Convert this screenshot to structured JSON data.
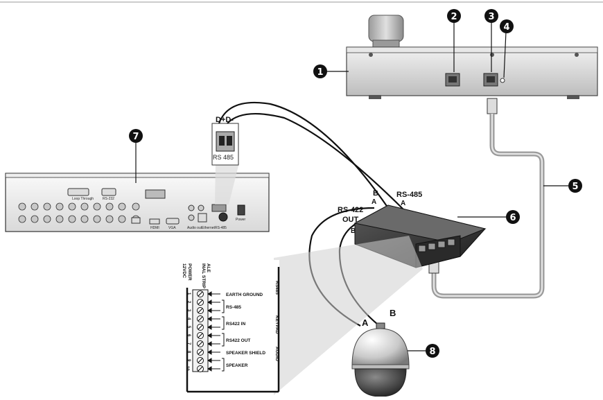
{
  "callouts": [
    "1",
    "2",
    "3",
    "4",
    "5",
    "6",
    "7",
    "8"
  ],
  "junction_labels": {
    "rs485": "RS-485",
    "rs422_line1": "RS-422",
    "rs422_line2": "OUT",
    "a": "A",
    "b": "B",
    "dome_a": "A",
    "dome_b": "B"
  },
  "dvr_connector": {
    "d_plus_minus": "D+D-",
    "rs485": "RS 485"
  },
  "terminal_block": {
    "header_power": "POWER",
    "header_power2": "12VDC",
    "header_ale": "ALE",
    "header_ale2": "INAL STRIP",
    "section_rs485": "RS485",
    "section_keypad": "KEYPAD",
    "section_audio": "AUDIO",
    "rows": [
      "EARTH GROUND",
      "RS-485",
      "RS422 IN",
      "RS422 OUT",
      "SPEAKER SHIELD",
      "SPEAKER"
    ],
    "pin_numbers": [
      "1",
      "2",
      "3",
      "4",
      "5",
      "6",
      "7",
      "8",
      "9",
      "10"
    ]
  },
  "dvr_panel_labels": [
    "Loop Through",
    "RS-232",
    "HDMI",
    "VGA",
    "Audio out",
    "Ethernet",
    "RS-485",
    "Power"
  ],
  "colors": {
    "callout_fill": "#111111",
    "cable_gray": "#9a9a9a",
    "device_gray": "#d6d6d6"
  }
}
